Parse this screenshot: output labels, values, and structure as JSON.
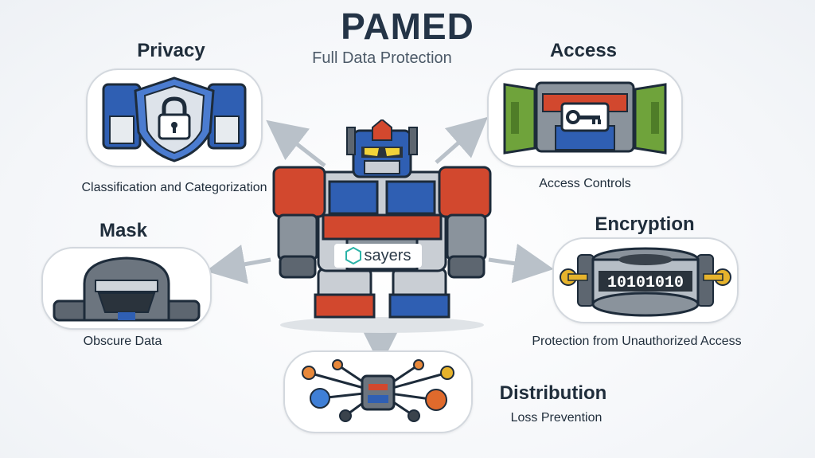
{
  "header": {
    "title": "PAMED",
    "subtitle": "Full Data Protection"
  },
  "sections": {
    "privacy": {
      "heading": "Privacy",
      "caption": "Classification and Categorization",
      "icon": "shield-lock-icon"
    },
    "access": {
      "heading": "Access",
      "caption": "Access Controls",
      "icon": "key-door-icon"
    },
    "mask": {
      "heading": "Mask",
      "caption": "Obscure Data",
      "icon": "visor-mask-icon"
    },
    "encryption": {
      "heading": "Encryption",
      "caption": "Protection from Unauthorized Access",
      "icon": "binary-cylinder-icon",
      "code": "10101010"
    },
    "distribution": {
      "heading": "Distribution",
      "caption": "Loss Prevention",
      "icon": "network-nodes-icon"
    }
  },
  "center": {
    "logo_text": "sayers",
    "icon": "robot-icon"
  },
  "colors": {
    "robot_red": "#d2482e",
    "robot_blue": "#2f5fb3",
    "robot_gray": "#5d6670",
    "door_green": "#6fa33b",
    "key_gold": "#e6b32c",
    "node_orange": "#e8883a",
    "node_blue": "#3f7fd6"
  }
}
